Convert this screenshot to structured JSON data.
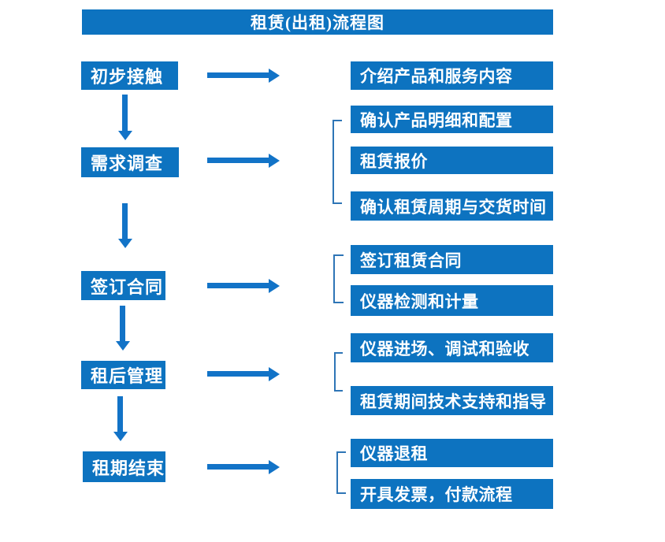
{
  "colors": {
    "primary": "#0d73c0",
    "arrow": "#1273c7",
    "bracket": "#2e75b6",
    "text": "#ffffff",
    "background": "#ffffff"
  },
  "flowchart": {
    "title": "租赁(出租)流程图",
    "stages": [
      {
        "label": "初步接触",
        "details": [
          "介绍产品和服务内容"
        ]
      },
      {
        "label": "需求调查",
        "details": [
          "确认产品明细和配置",
          "租赁报价",
          "确认租赁周期与交货时间"
        ]
      },
      {
        "label": "签订合同",
        "details": [
          "签订租赁合同",
          "仪器检测和计量"
        ]
      },
      {
        "label": "租后管理",
        "details": [
          "仪器进场、调试和验收",
          "租赁期间技术支持和指导"
        ]
      },
      {
        "label": "租期结束",
        "details": [
          "仪器退租",
          "开具发票，付款流程"
        ]
      }
    ]
  }
}
